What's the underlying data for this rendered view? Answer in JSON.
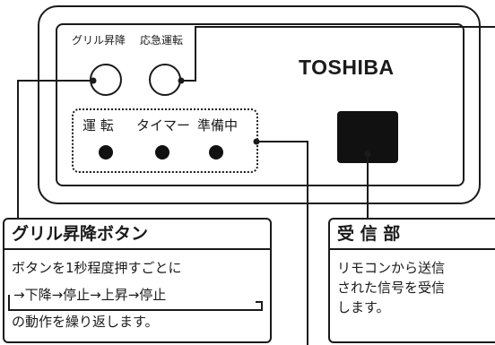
{
  "panel": {
    "grill_label": "グリル昇降",
    "emergency_label": "応急運転",
    "brand": "TOSHIBA",
    "indicators": {
      "run": "運 転",
      "timer": "タイマー",
      "ready": "準備中"
    }
  },
  "grill_callout": {
    "title": "グリル昇降ボタン",
    "line1": "ボタンを1秒程度押すごとに",
    "sequence": "→下降→停止→上昇→停止",
    "line3": "の動作を繰り返します。"
  },
  "receiver_callout": {
    "title": "受 信 部",
    "line1": "リモコンから送信",
    "line2": "された信号を受信",
    "line3": "します。"
  }
}
